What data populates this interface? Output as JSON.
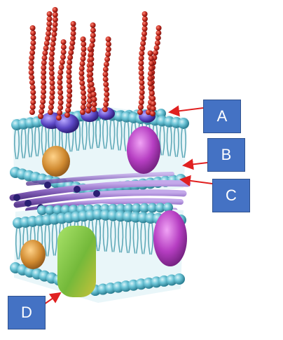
{
  "labels": {
    "a": "A",
    "b": "B",
    "c": "C",
    "d": "D"
  },
  "colors": {
    "label_box": "#4472c4",
    "arrow": "#e02020",
    "phospholipid_head": "#4fb3c8",
    "phospholipid_tail": "#5fa9b8",
    "glycocalyx_chain": "#b0221a",
    "glycoprotein_base": "#6a4fc2",
    "protein_magenta": "#b23ec0",
    "protein_orange": "#d08a30",
    "protein_green": "#7fc240",
    "cytoskeleton_fibers": "#8f6cc2"
  },
  "icons": [
    "phospholipid-bilayer-illustration",
    "carbohydrate-chain-icon",
    "membrane-protein-icon"
  ]
}
